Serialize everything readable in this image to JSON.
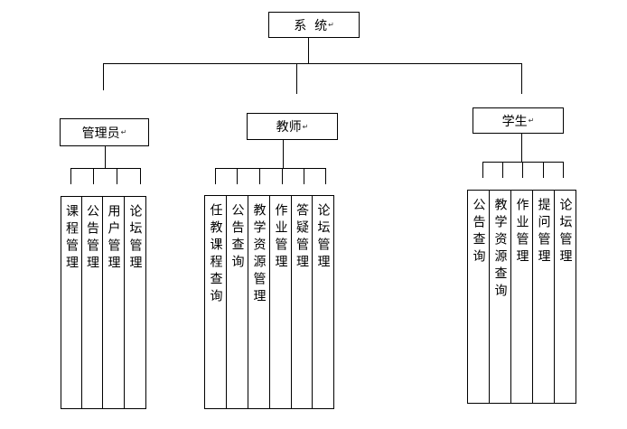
{
  "root": {
    "label": "系  统",
    "mark": "↵"
  },
  "groups": [
    {
      "key": "admin",
      "label": "管理员",
      "mark": "↵",
      "items": [
        "课程管理",
        "公告管理",
        "用户管理",
        "论坛管理"
      ]
    },
    {
      "key": "teacher",
      "label": "教师",
      "mark": "↵",
      "items": [
        "任教课程查询",
        "公告查询",
        "教学资源管理",
        "作业管理",
        "答疑管理",
        "论坛管理"
      ]
    },
    {
      "key": "student",
      "label": "学生",
      "mark": "↵",
      "items": [
        "公告查询",
        "教学资源查询",
        "作业管理",
        "提问管理",
        "论坛管理"
      ]
    }
  ]
}
